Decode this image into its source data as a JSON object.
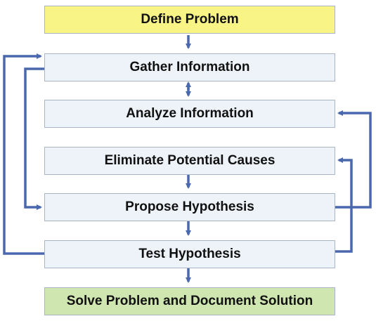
{
  "steps": [
    {
      "label": "Define Problem",
      "fill": "#f8f586"
    },
    {
      "label": "Gather Information",
      "fill": "#eef3fa"
    },
    {
      "label": "Analyze Information",
      "fill": "#eef3fa"
    },
    {
      "label": "Eliminate Potential Causes",
      "fill": "#eef3fa"
    },
    {
      "label": "Propose Hypothesis",
      "fill": "#eef3fa"
    },
    {
      "label": "Test Hypothesis",
      "fill": "#eef3fa"
    },
    {
      "label": "Solve Problem and Document Solution",
      "fill": "#cfe6b0"
    }
  ],
  "arrow_color": "#4a68ad"
}
